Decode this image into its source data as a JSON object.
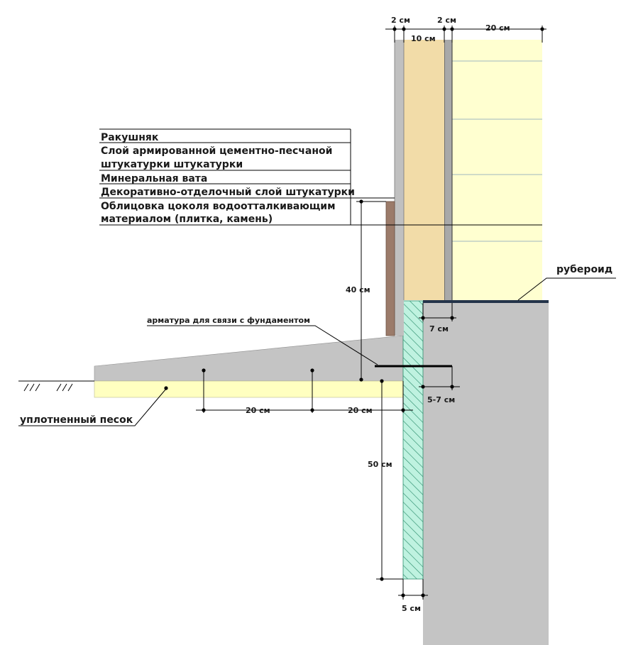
{
  "layer_labels": [
    "Ракушняк",
    "Слой армированной цементно-песчаной",
    "штукатурки штукатурки",
    "Минеральная вата",
    "Декоративно-отделочный слой штукатурки",
    "Облицовка цоколя водоотталкивающим",
    "материалом (плитка, камень)"
  ],
  "callouts": {
    "ruberoid": "рубероид",
    "armature": "арматура для связи с фундаментом",
    "sand": "уплотненный песок"
  },
  "dimensions": {
    "top_2cm_left": "2 см",
    "top_2cm_right": "2 см",
    "top_10cm": "10 см",
    "top_20cm": "20 см",
    "height_40cm": "40 см",
    "gap_7cm": "7 см",
    "gap_5_7cm": "5-7 см",
    "slab_20cm_a": "20 см",
    "slab_20cm_b": "20 см",
    "depth_50cm": "50 см",
    "insul_5cm": "5 см"
  },
  "colors": {
    "wall_block": "#ffffd0",
    "insulation": "#f2dca8",
    "plaster": "#c0c0c0",
    "concrete": "#c4c4c4",
    "sand": "#ffffc0",
    "cladding": "#9b7b6a",
    "hatch_fill": "#bff2e0",
    "hatch_line": "#2f8f6f",
    "ruberoid": "#24344a"
  }
}
